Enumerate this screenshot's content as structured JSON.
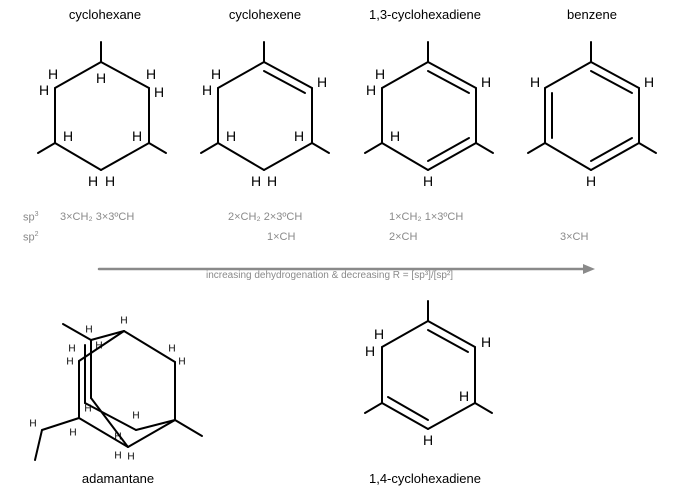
{
  "molecules": {
    "cyclohexane": "cyclohexane",
    "cyclohexene": "cyclohexene",
    "cyclohexadiene_13": "1,3-cyclohexadiene",
    "benzene": "benzene",
    "adamantane": "adamantane",
    "cyclohexadiene_14": "1,4-cyclohexadiene"
  },
  "atom_label": "H",
  "rows": {
    "sp3_label": "sp",
    "sp3_sup": "3",
    "sp2_label": "sp",
    "sp2_sup": "2"
  },
  "counts": {
    "cyclohexane_sp3": "3×CH₂  3×3ºCH",
    "cyclohexene_sp3": "2×CH₂  2×3ºCH",
    "cyclohexene_sp2": "1×CH",
    "cyclohexadiene13_sp3": "1×CH₂  1×3ºCH",
    "cyclohexadiene13_sp2": "2×CH",
    "benzene_sp2": "3×CH"
  },
  "arrow_caption": "increasing dehydrogenation & decreasing R = [sp³]/[sp²]",
  "colors": {
    "caption": "#8a8a8a",
    "arrow": "#8a8a8a",
    "bond": "#000000"
  }
}
